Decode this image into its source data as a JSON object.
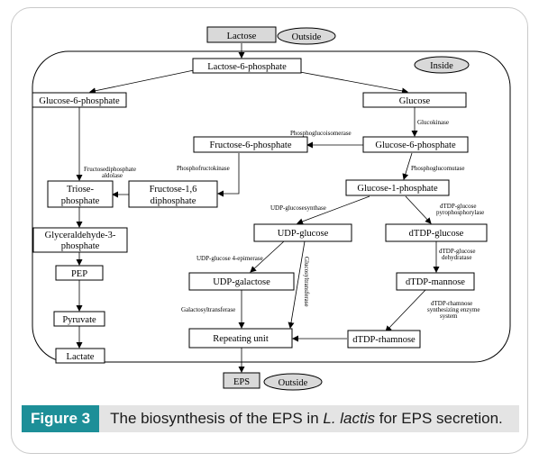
{
  "figure": {
    "label": "Figure 3",
    "caption_before": "The biosynthesis of the EPS in ",
    "caption_italic": "L. lactis",
    "caption_after": " for EPS secretion."
  },
  "regions": {
    "outside_top": "Outside",
    "inside": "Inside",
    "outside_bottom": "Outside"
  },
  "nodes": {
    "lactose": "Lactose",
    "lactose6p": "Lactose-6-phosphate",
    "glucose6p_left": "Glucose-6-phosphate",
    "glucose": "Glucose",
    "fructose6p": "Fructose-6-phosphate",
    "glucose6p_right": "Glucose-6-phosphate",
    "triose_l1": "Triose-",
    "triose_l2": "phosphate",
    "fructose16_l1": "Fructose-1,6",
    "fructose16_l2": "diphosphate",
    "glucose1p": "Glucose-1-phosphate",
    "glyceraldehyde_l1": "Glyceraldehyde-3-",
    "glyceraldehyde_l2": "phosphate",
    "udp_glucose": "UDP-glucose",
    "dtdp_glucose": "dTDP-glucose",
    "pep": "PEP",
    "udp_galactose": "UDP-galactose",
    "dtdp_mannose": "dTDP-mannose",
    "pyruvate": "Pyruvate",
    "repeating_unit": "Repeating unit",
    "dtdp_rhamnose": "dTDP-rhamnose",
    "lactate": "Lactate",
    "eps": "EPS"
  },
  "enzymes": {
    "glucokinase": "Glucokinase",
    "phosphoglucoisomerase": "Phosphoglucoisomerase",
    "fructose_aldolase_l1": "Fructosediphosphate",
    "fructose_aldolase_l2": "aldolase",
    "phosphofructokinase": "Phosphofructokinase",
    "phosphoglucomutase": "Phosphoglucomutase",
    "udp_glucose_synthase": "UDP-glucosesynthase",
    "dtdp_pyro_l1": "dTDP-glucose",
    "dtdp_pyro_l2": "pyrophosphorylase",
    "udp_epimerase": "UDP-glucose 4-epimerase",
    "dtdp_dehydratase_l1": "dTDP-glucose",
    "dtdp_dehydratase_l2": "dehydratase",
    "galactosyltransferase": "Galactosyltransferase",
    "glucosyltransferase": "Glucosyltransferase",
    "rhamnose_enzyme_l1": "dTDP-rhamnose",
    "rhamnose_enzyme_l2": "synthesizing enzyme",
    "rhamnose_enzyme_l3": "system"
  },
  "colors": {
    "caption_label_bg": "#1d8f98",
    "caption_bg": "#e4e4e4",
    "box_fill_gray": "#d9d9d9",
    "ellipse_fill": "#d9d9d9"
  }
}
